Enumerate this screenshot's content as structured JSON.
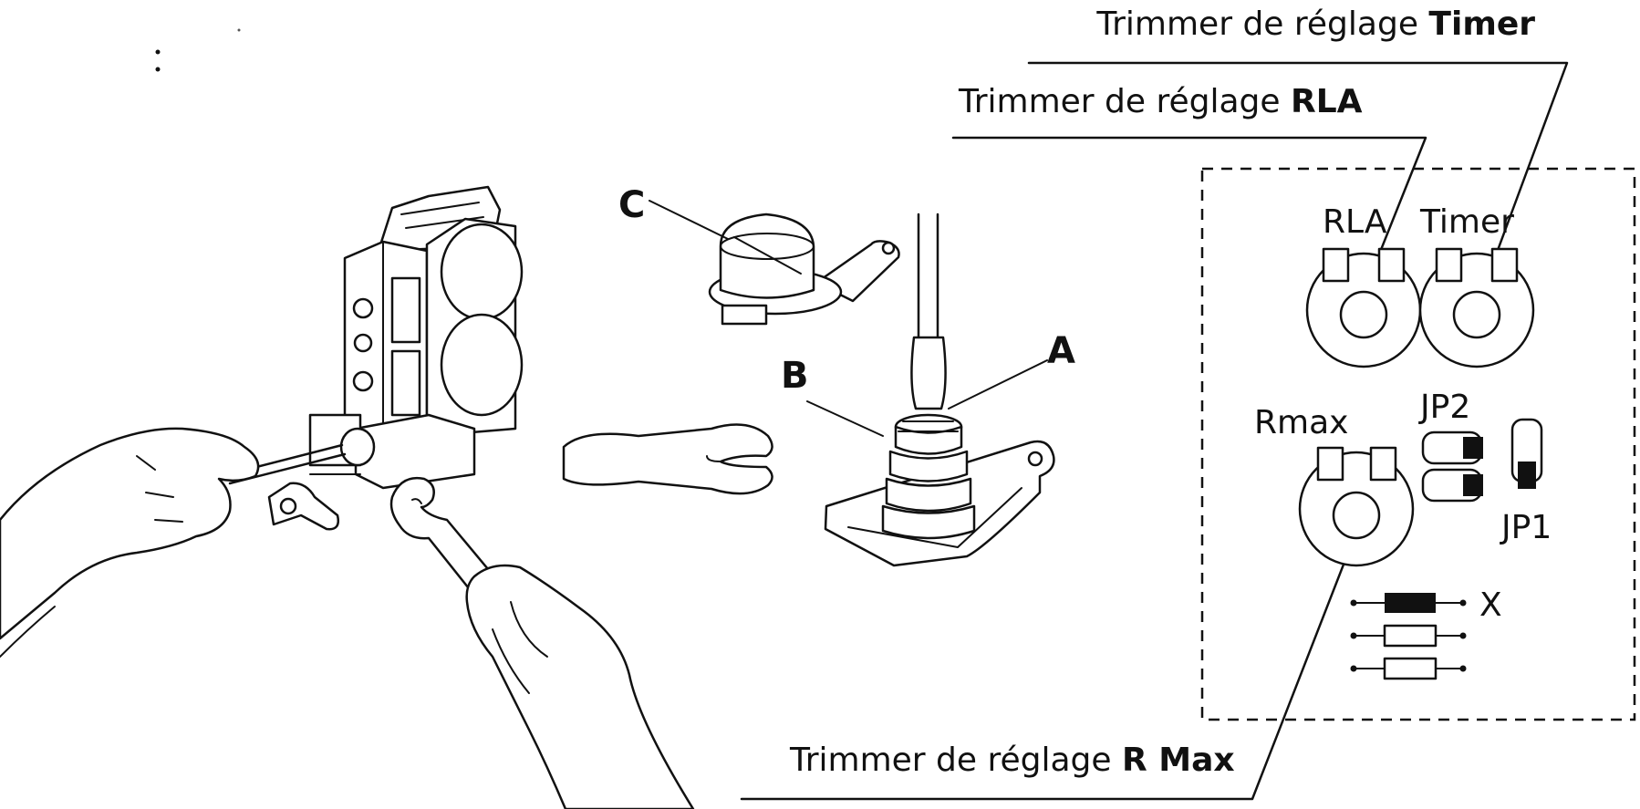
{
  "callouts": {
    "timer": {
      "prefix": "Trimmer de réglage",
      "bold": "Timer"
    },
    "rla": {
      "prefix": "Trimmer de réglage",
      "bold": "RLA"
    },
    "rmax": {
      "prefix": "Trimmer de réglage",
      "bold": "R Max"
    }
  },
  "parts": {
    "a": "A",
    "b": "B",
    "c": "C"
  },
  "board": {
    "rla": "RLA",
    "timer": "Timer",
    "rmax": "Rmax",
    "jp2": "JP2",
    "jp1": "JP1",
    "x": "X"
  }
}
